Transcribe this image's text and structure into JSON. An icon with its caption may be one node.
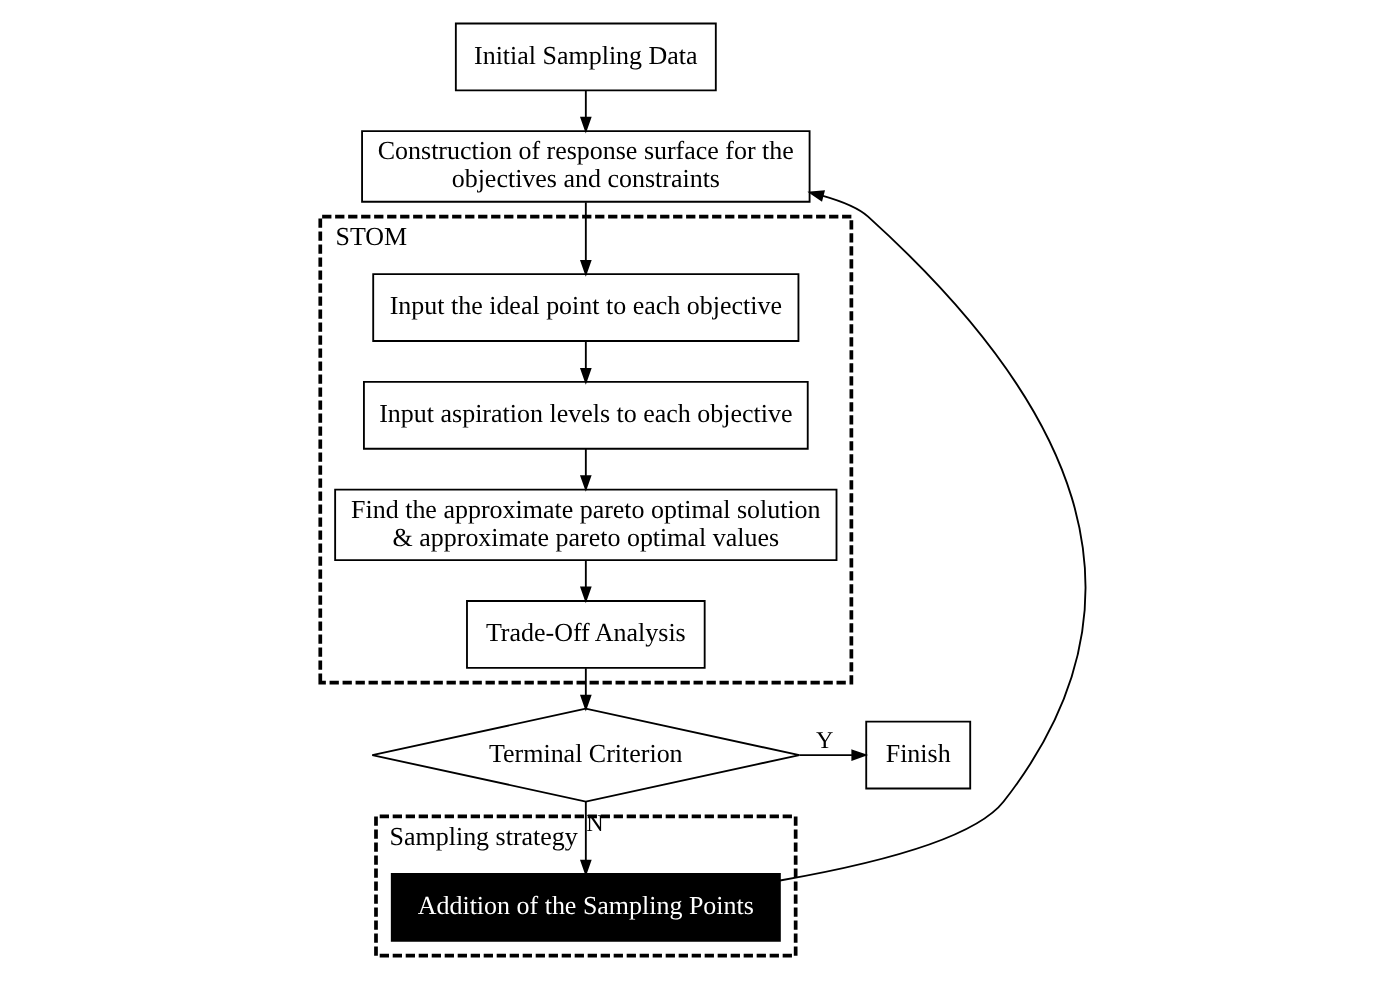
{
  "diagram": {
    "nodes": [
      {
        "text": [
          "Initial Sampling Data"
        ]
      },
      {
        "text": [
          "Construction of response surface for the objectives and constraints"
        ]
      },
      {
        "text": [
          "STOM"
        ]
      },
      {
        "text": [
          "Input the ideal point to each objective"
        ],
        "in": 2
      },
      {
        "text": [
          "Input aspiration levels to each objective"
        ],
        "in": 2
      },
      {
        "text": [
          "Find the approximate pareto optimal solution & approximate pareto optimal values"
        ],
        "in": 2
      },
      {
        "text": [
          "Trade-Off Analysis"
        ],
        "in": 2
      },
      {
        "text": [
          "Terminal Criterion"
        ]
      },
      {
        "text": [
          "Finish"
        ]
      },
      {
        "text": [
          "Sampling strategy"
        ]
      },
      {
        "text": [
          "Addition of the Sampling Points"
        ],
        "in": 9
      }
    ],
    "edges": [
      {
        "from": 0,
        "to": 1,
        "arrow": "to"
      },
      {
        "from": 1,
        "to": 3,
        "arrow": "to"
      },
      {
        "from": 3,
        "to": 4,
        "arrow": "to"
      },
      {
        "from": 4,
        "to": 5,
        "arrow": "to"
      },
      {
        "from": 5,
        "to": 6,
        "arrow": "to"
      },
      {
        "from": 6,
        "to": 7,
        "arrow": "to"
      },
      {
        "from": 7,
        "to": 8,
        "label": "Y",
        "arrow": "to"
      },
      {
        "from": 7,
        "to": 10,
        "label": "N",
        "arrow": "to"
      },
      {
        "from": 10,
        "to": 1,
        "arrow": "to"
      }
    ]
  }
}
